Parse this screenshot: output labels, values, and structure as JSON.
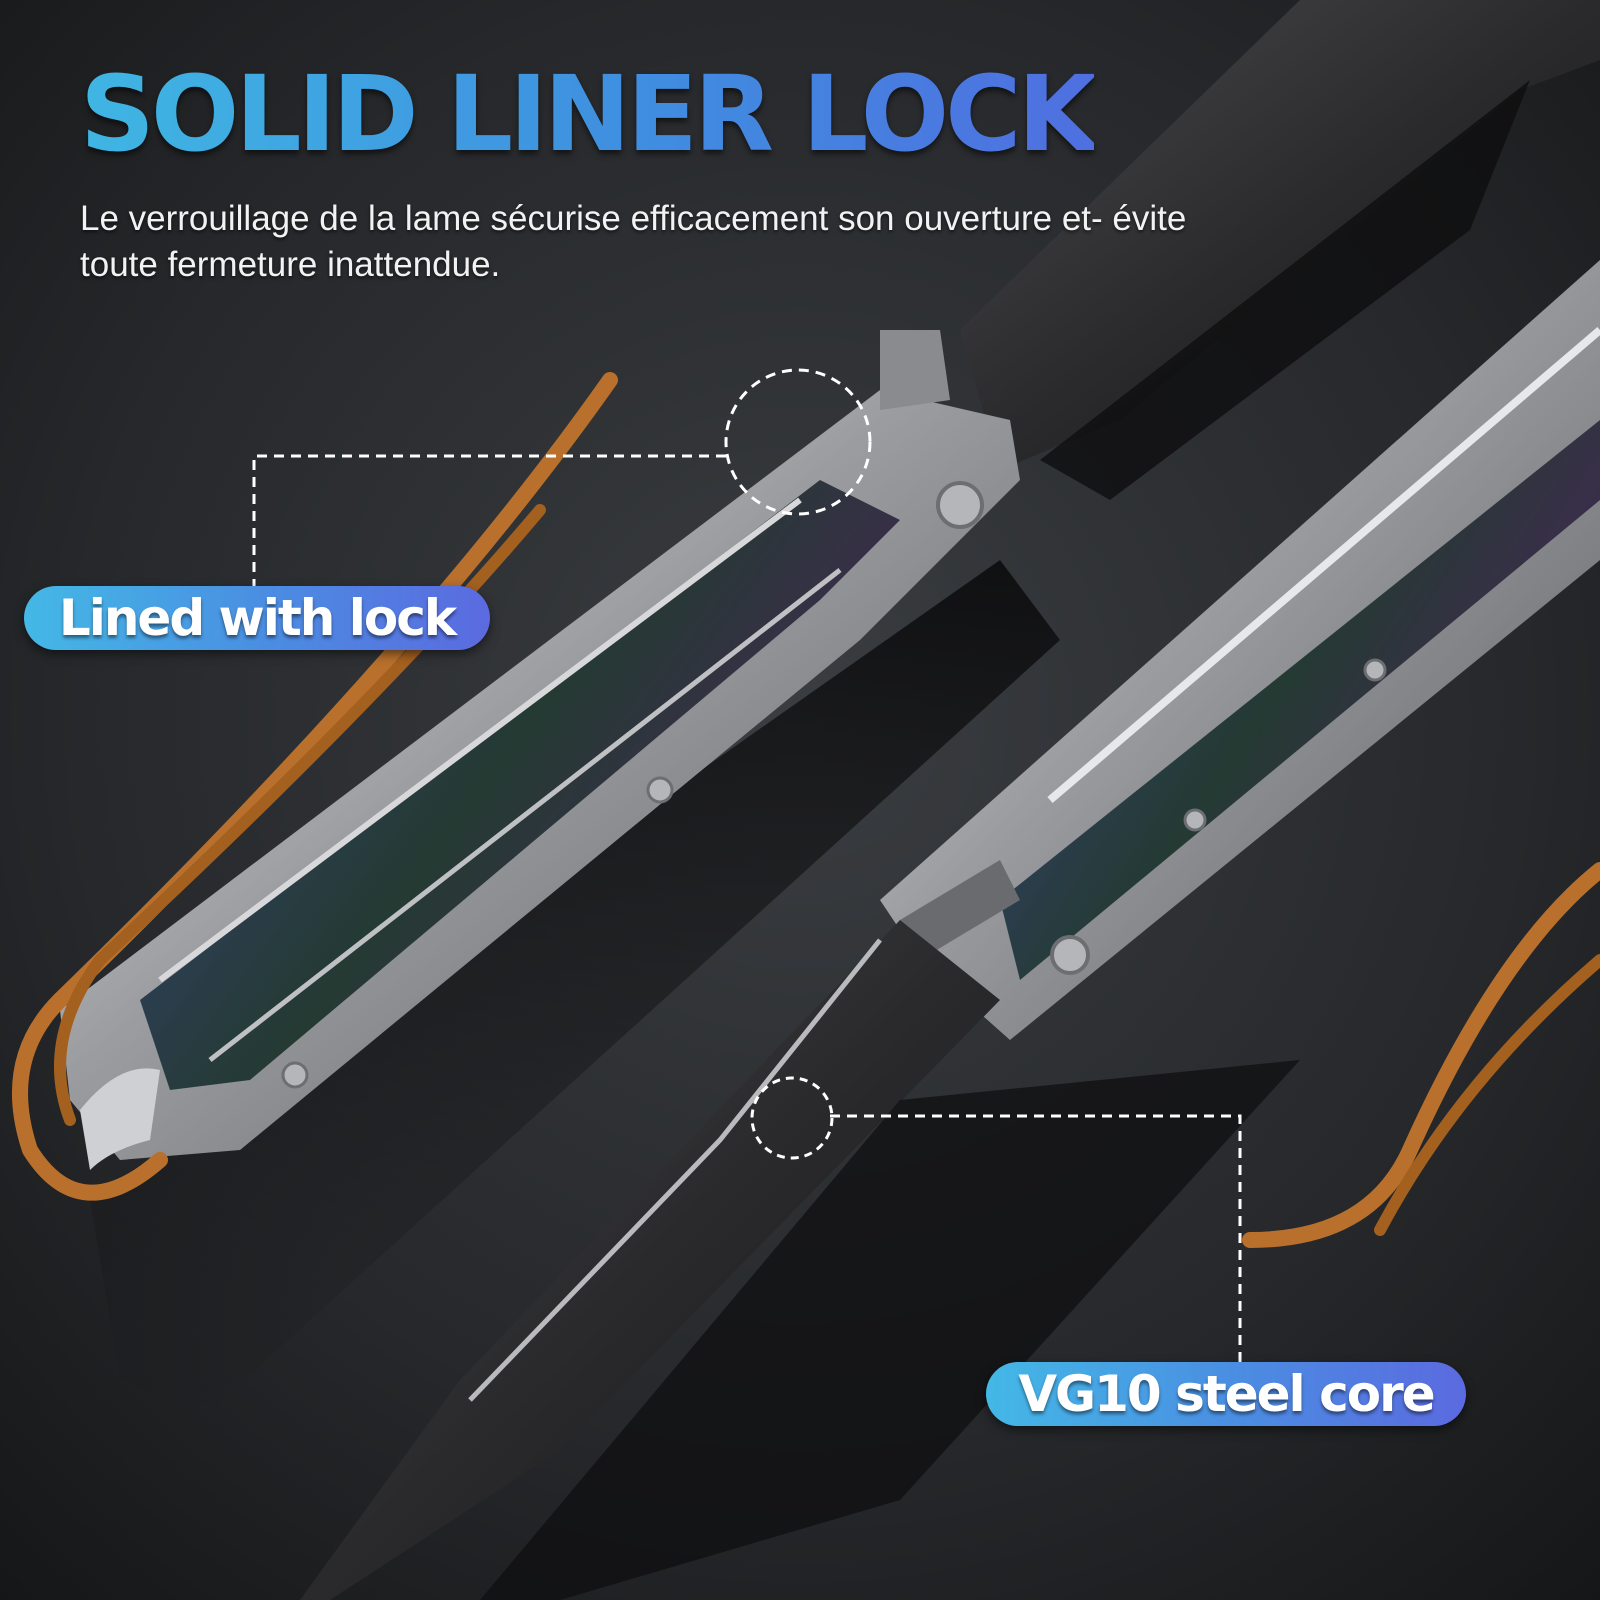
{
  "heading": {
    "title": "SOLID LINER LOCK",
    "subtitle": "Le verrouillage de la lame sécurise efficacement son ouverture et- évite toute fermeture inattendue."
  },
  "callouts": {
    "lock_label": "Lined with lock",
    "steel_label": "VG10 steel core"
  },
  "colors": {
    "background": "#222426",
    "accent_start": "#44b8e6",
    "accent_end": "#5b6ae0",
    "leather": "#b8702c"
  }
}
